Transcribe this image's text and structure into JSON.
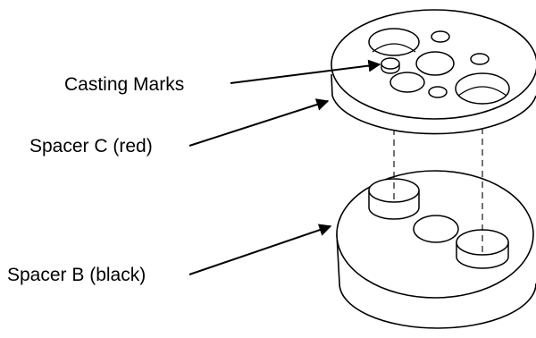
{
  "labels": {
    "casting_marks": "Casting Marks",
    "spacer_c": "Spacer C (red)",
    "spacer_b": "Spacer B (black)"
  },
  "colors": {
    "stroke": "#000000",
    "fill": "#ffffff"
  }
}
